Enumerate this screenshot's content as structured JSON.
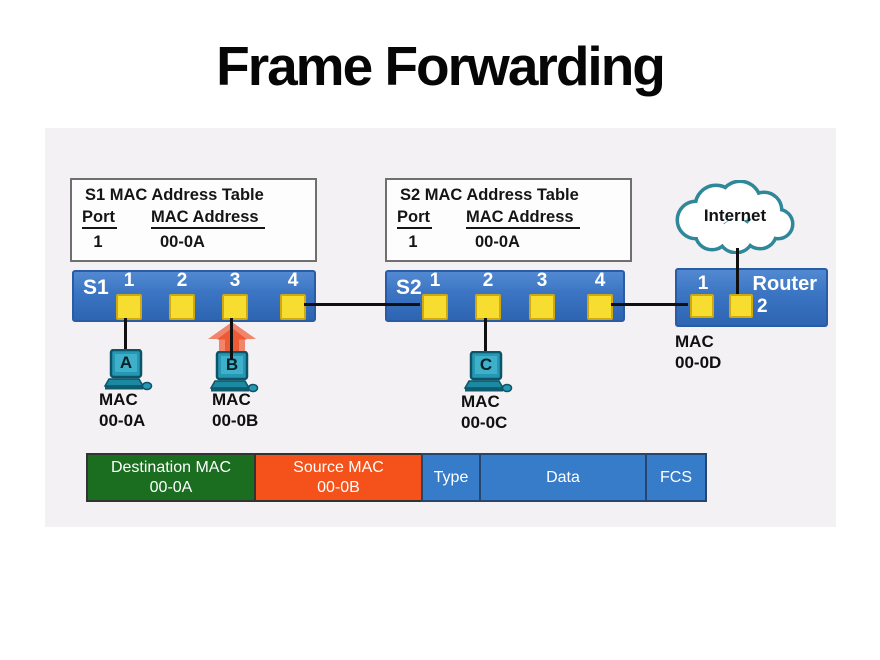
{
  "title": "Frame Forwarding",
  "mac_tables": [
    {
      "title": "S1 MAC Address Table",
      "port_header": "Port",
      "mac_header": "MAC Address",
      "rows": [
        {
          "port": "1",
          "mac": "00-0A"
        }
      ]
    },
    {
      "title": "S2 MAC Address Table",
      "port_header": "Port",
      "mac_header": "MAC Address",
      "rows": [
        {
          "port": "1",
          "mac": "00-0A"
        }
      ]
    }
  ],
  "switches": [
    {
      "label": "S1",
      "ports": [
        "1",
        "2",
        "3",
        "4"
      ]
    },
    {
      "label": "S2",
      "ports": [
        "1",
        "2",
        "3",
        "4"
      ]
    }
  ],
  "internet": {
    "label": "Internet"
  },
  "router": {
    "label": "Router",
    "port1": "1",
    "port2": "2",
    "mac_label": "MAC",
    "mac_value": "00-0D"
  },
  "hosts": [
    {
      "letter": "A",
      "mac_label": "MAC",
      "mac_value": "00-0A"
    },
    {
      "letter": "B",
      "mac_label": "MAC",
      "mac_value": "00-0B"
    },
    {
      "letter": "C",
      "mac_label": "MAC",
      "mac_value": "00-0C"
    }
  ],
  "frame_fields": [
    {
      "label": "Destination MAC",
      "value": "00-0A",
      "color": "#1B6E20"
    },
    {
      "label": "Source MAC",
      "value": "00-0B",
      "color": "#F4521A"
    },
    {
      "label": "Type",
      "value": "",
      "color": "#377CC8"
    },
    {
      "label": "Data",
      "value": "",
      "color": "#377CC8"
    },
    {
      "label": "FCS",
      "value": "",
      "color": "#377CC8"
    }
  ],
  "colors": {
    "switch_blue": "#3A74C2",
    "port_yellow": "#F7DD2F",
    "cloud_teal": "#2F8899",
    "arrow_outer": "#F1846A",
    "arrow_inner": "#EC5B36",
    "frame_green": "#1B6E20",
    "frame_orange": "#F4521A",
    "frame_blue": "#377CC8"
  }
}
